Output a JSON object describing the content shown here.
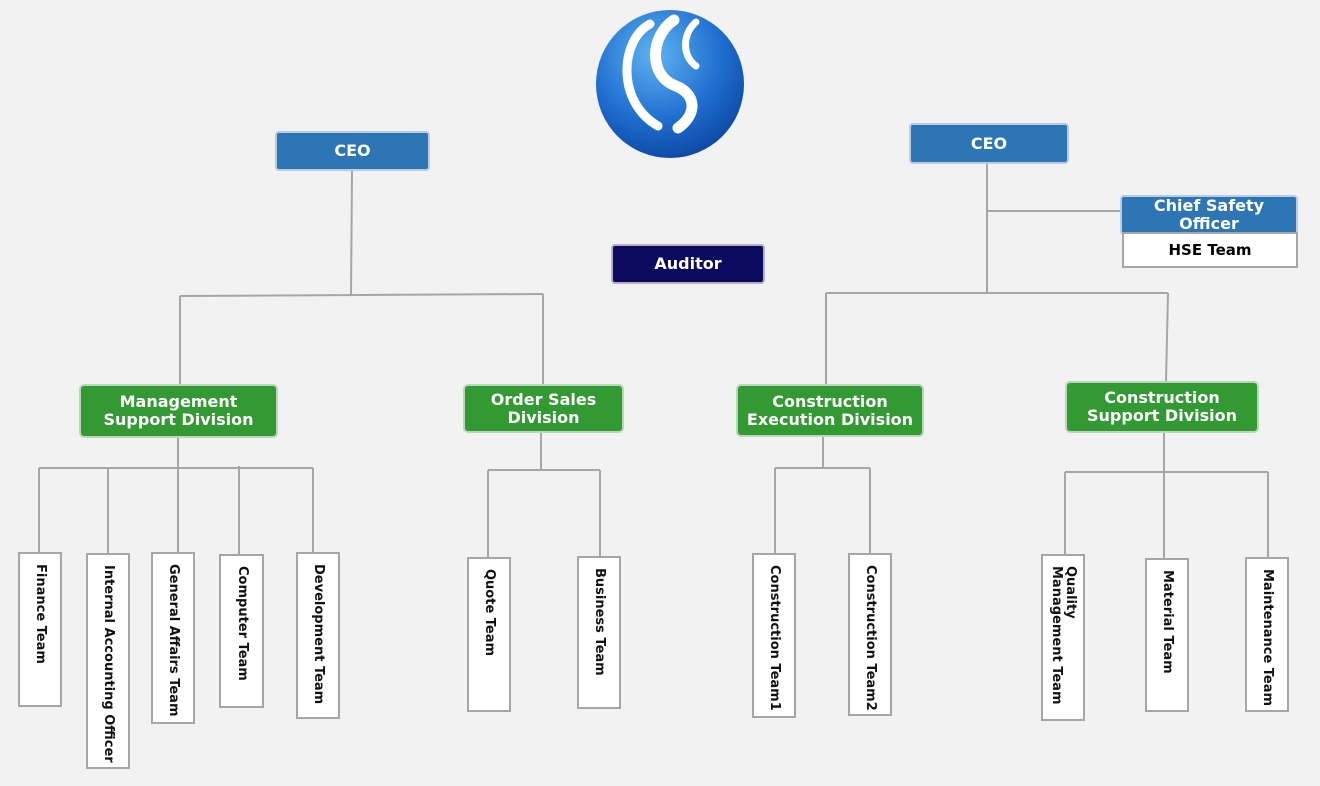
{
  "logo": {
    "name": "company-logo",
    "colors": [
      "#0a3f96",
      "#1f6fd1",
      "#5fb3f0",
      "#ffffff"
    ]
  },
  "left_chart": {
    "ceo": "CEO",
    "divisions": [
      {
        "name": "Management Support Division",
        "teams": [
          "Finance Team",
          "Internal Accounting Officer",
          "General Affairs Team",
          "Computer Team",
          "Development Team"
        ]
      },
      {
        "name": "Order Sales Division",
        "teams": [
          "Quote Team",
          "Business Team"
        ]
      }
    ]
  },
  "auditor": "Auditor",
  "right_chart": {
    "ceo": "CEO",
    "chief_safety_officer": "Chief Safety Officer",
    "hse_team": "HSE Team",
    "divisions": [
      {
        "name": "Construction Execution Division",
        "teams": [
          "Construction Team1",
          "Construction Team2"
        ]
      },
      {
        "name": "Construction Support Division",
        "teams": [
          "Quality Management Team",
          "Material Team",
          "Maintenance Team"
        ]
      }
    ]
  },
  "colors": {
    "background": "#f2f2f2",
    "executive": "#2e75b6",
    "auditor": "#0c0a5e",
    "division": "#339933",
    "connector": "#a6a6a6"
  }
}
